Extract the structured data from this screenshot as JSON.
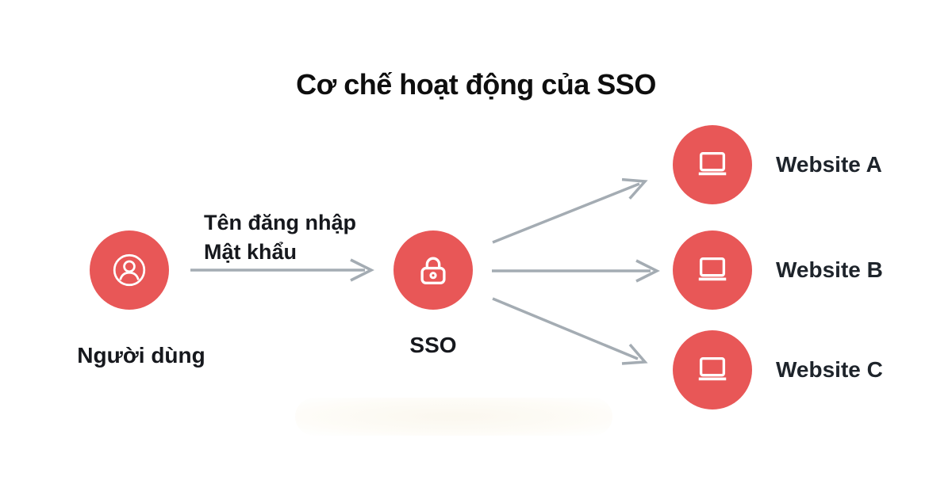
{
  "title": "Cơ chế hoạt động của SSO",
  "user": {
    "label": "Người dùng",
    "icon": "user-circle-icon"
  },
  "credentials": {
    "line1": "Tên đăng nhập",
    "line2": "Mật khẩu"
  },
  "sso": {
    "label": "SSO",
    "icon": "lock-icon"
  },
  "websites": [
    {
      "label": "Website A",
      "icon": "laptop-icon"
    },
    {
      "label": "Website B",
      "icon": "laptop-icon"
    },
    {
      "label": "Website C",
      "icon": "laptop-icon"
    }
  ],
  "colors": {
    "node_fill": "#E85757",
    "icon_stroke": "#FFFFFF",
    "arrow": "#A4ACB3",
    "title_text": "#0E0E0E",
    "label_text": "#1E242B",
    "background": "#FFFFFF"
  }
}
